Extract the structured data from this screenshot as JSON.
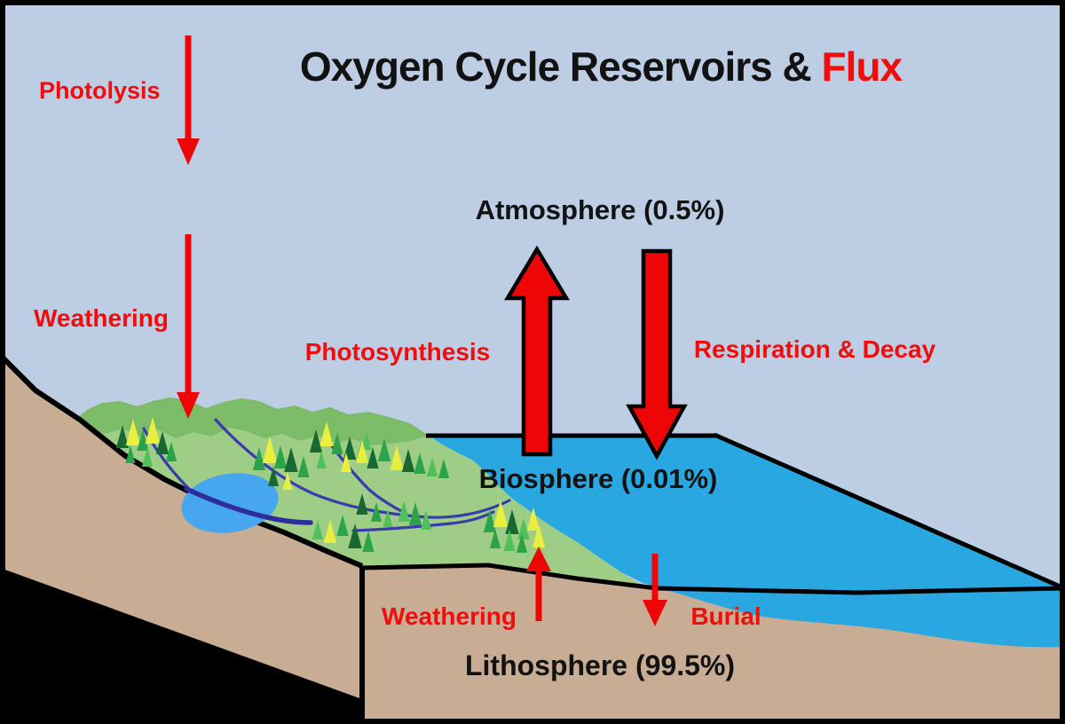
{
  "title": {
    "main": "Oxygen Cycle Reservoirs & ",
    "accent": "Flux"
  },
  "reservoirs": {
    "atmosphere": {
      "label": "Atmosphere (0.5%)"
    },
    "biosphere": {
      "label": "Biosphere (0.01%)"
    },
    "lithosphere": {
      "label": "Lithosphere (99.5%)"
    }
  },
  "fluxes": {
    "photolysis": {
      "label": "Photolysis"
    },
    "weathering_left": {
      "label": "Weathering"
    },
    "photosynthesis": {
      "label": "Photosynthesis"
    },
    "respiration_decay": {
      "label": "Respiration & Decay"
    },
    "weathering_bottom": {
      "label": "Weathering"
    },
    "burial": {
      "label": "Burial"
    }
  },
  "colors": {
    "sky": "#bccde4",
    "ocean": "#29a7e0",
    "land_light": "#9ecd86",
    "land_dark": "#7cbb67",
    "litho": "#c8ad94",
    "lake": "#47a7ee",
    "river": "#3b3bad",
    "river_dark": "#2d2d9e",
    "red": "#f20d0d",
    "arrow_red": "#ee0505",
    "ink": "#121212",
    "line": "#000000",
    "tree_d": "#186831",
    "tree_m": "#2aa34a",
    "tree_l": "#4fc05a",
    "tree_y": "#e9ee3f"
  },
  "scene": {
    "trees": [
      [
        138,
        505,
        26,
        "d"
      ],
      [
        150,
        502,
        30,
        "y"
      ],
      [
        161,
        508,
        24,
        "m"
      ],
      [
        172,
        500,
        30,
        "y"
      ],
      [
        183,
        512,
        26,
        "d"
      ],
      [
        147,
        522,
        20,
        "m"
      ],
      [
        166,
        526,
        22,
        "l"
      ],
      [
        193,
        520,
        22,
        "m"
      ],
      [
        292,
        530,
        26,
        "m"
      ],
      [
        304,
        522,
        30,
        "y"
      ],
      [
        316,
        528,
        26,
        "m"
      ],
      [
        328,
        532,
        28,
        "d"
      ],
      [
        342,
        538,
        24,
        "m"
      ],
      [
        308,
        548,
        22,
        "d"
      ],
      [
        324,
        552,
        20,
        "y"
      ],
      [
        356,
        510,
        26,
        "d"
      ],
      [
        368,
        503,
        28,
        "y"
      ],
      [
        380,
        512,
        24,
        "m"
      ],
      [
        394,
        518,
        26,
        "d"
      ],
      [
        407,
        520,
        22,
        "m"
      ],
      [
        362,
        528,
        20,
        "l"
      ],
      [
        390,
        532,
        22,
        "y"
      ],
      [
        413,
        507,
        20,
        "l"
      ],
      [
        408,
        522,
        26,
        "y"
      ],
      [
        420,
        528,
        24,
        "d"
      ],
      [
        433,
        520,
        26,
        "m"
      ],
      [
        447,
        530,
        28,
        "y"
      ],
      [
        460,
        532,
        26,
        "d"
      ],
      [
        473,
        534,
        24,
        "m"
      ],
      [
        487,
        537,
        22,
        "l"
      ],
      [
        500,
        539,
        22,
        "m"
      ],
      [
        358,
        608,
        22,
        "l"
      ],
      [
        372,
        612,
        26,
        "y"
      ],
      [
        386,
        604,
        24,
        "m"
      ],
      [
        400,
        618,
        28,
        "d"
      ],
      [
        415,
        622,
        24,
        "m"
      ],
      [
        408,
        580,
        24,
        "d"
      ],
      [
        424,
        588,
        22,
        "m"
      ],
      [
        437,
        594,
        20,
        "l"
      ],
      [
        455,
        588,
        24,
        "l"
      ],
      [
        468,
        592,
        26,
        "m"
      ],
      [
        480,
        597,
        22,
        "l"
      ],
      [
        552,
        600,
        26,
        "m"
      ],
      [
        564,
        594,
        30,
        "y"
      ],
      [
        577,
        602,
        28,
        "d"
      ],
      [
        590,
        608,
        24,
        "l"
      ],
      [
        601,
        598,
        26,
        "y"
      ],
      [
        558,
        618,
        22,
        "m"
      ],
      [
        574,
        621,
        24,
        "l"
      ],
      [
        588,
        623,
        22,
        "m"
      ],
      [
        607,
        617,
        26,
        "y"
      ]
    ]
  }
}
